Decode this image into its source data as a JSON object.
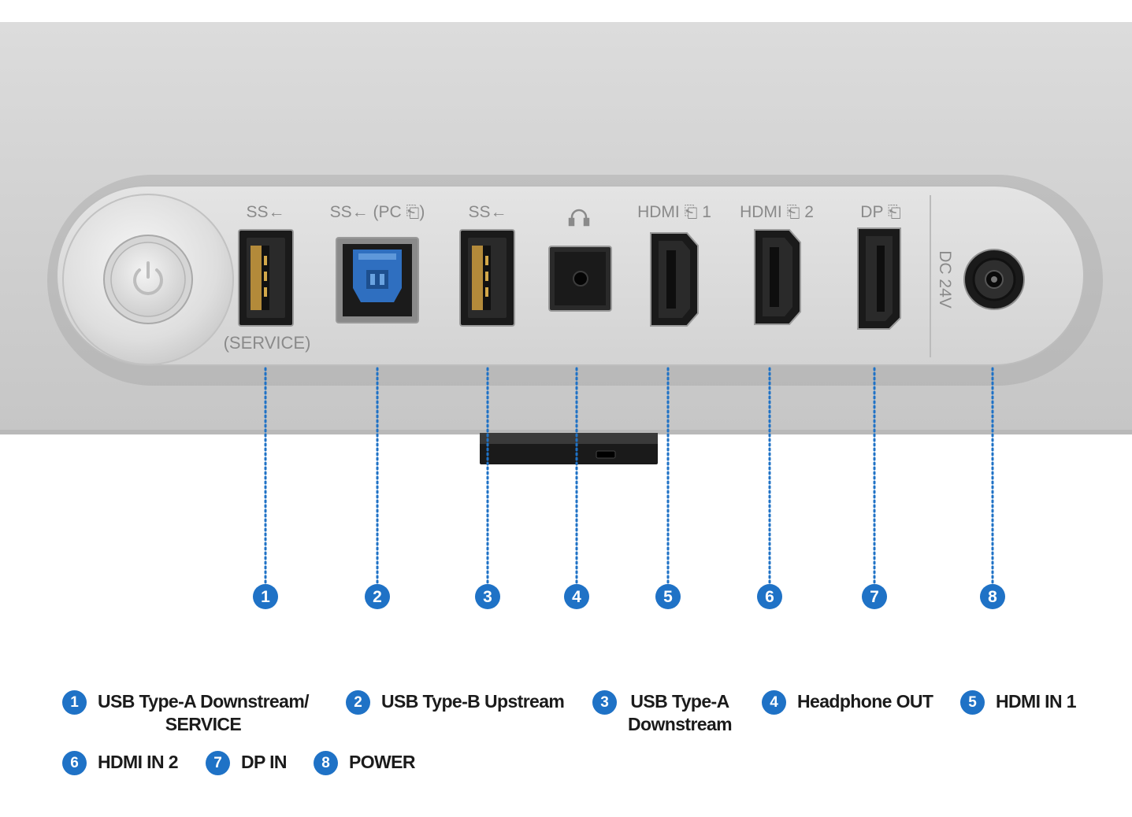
{
  "ports": [
    {
      "icon": "usb-superspeed-icon",
      "label": "SS←",
      "sub_label": "(SERVICE)"
    },
    {
      "icon": "usb-superspeed-icon",
      "label": "SS← (PC ⎗)"
    },
    {
      "icon": "usb-superspeed-icon",
      "label": "SS←"
    },
    {
      "icon": "headphone-icon",
      "label": ""
    },
    {
      "icon": "hdmi-port-icon",
      "label": "HDMI ⎗ 1"
    },
    {
      "icon": "hdmi-port-icon",
      "label": "HDMI ⎗ 2"
    },
    {
      "icon": "displayport-icon",
      "label": "DP ⎗"
    },
    {
      "icon": "dc-power-jack-icon",
      "label": "DC 24V"
    }
  ],
  "callouts": [
    "1",
    "2",
    "3",
    "4",
    "5",
    "6",
    "7",
    "8"
  ],
  "legend": [
    {
      "number": "1",
      "text": "USB Type-A Downstream/\nSERVICE"
    },
    {
      "number": "2",
      "text": "USB Type-B Upstream"
    },
    {
      "number": "3",
      "text": "USB Type-A\nDownstream"
    },
    {
      "number": "4",
      "text": "Headphone OUT"
    },
    {
      "number": "5",
      "text": "HDMI IN 1"
    },
    {
      "number": "6",
      "text": "HDMI IN 2"
    },
    {
      "number": "7",
      "text": "DP IN"
    },
    {
      "number": "8",
      "text": "POWER"
    }
  ],
  "colors": {
    "accent_blue": "#1f72c6",
    "usb_b_blue": "#2f6fc0",
    "panel_silver": "#d9d9d9",
    "port_black": "#1a1a1a"
  }
}
